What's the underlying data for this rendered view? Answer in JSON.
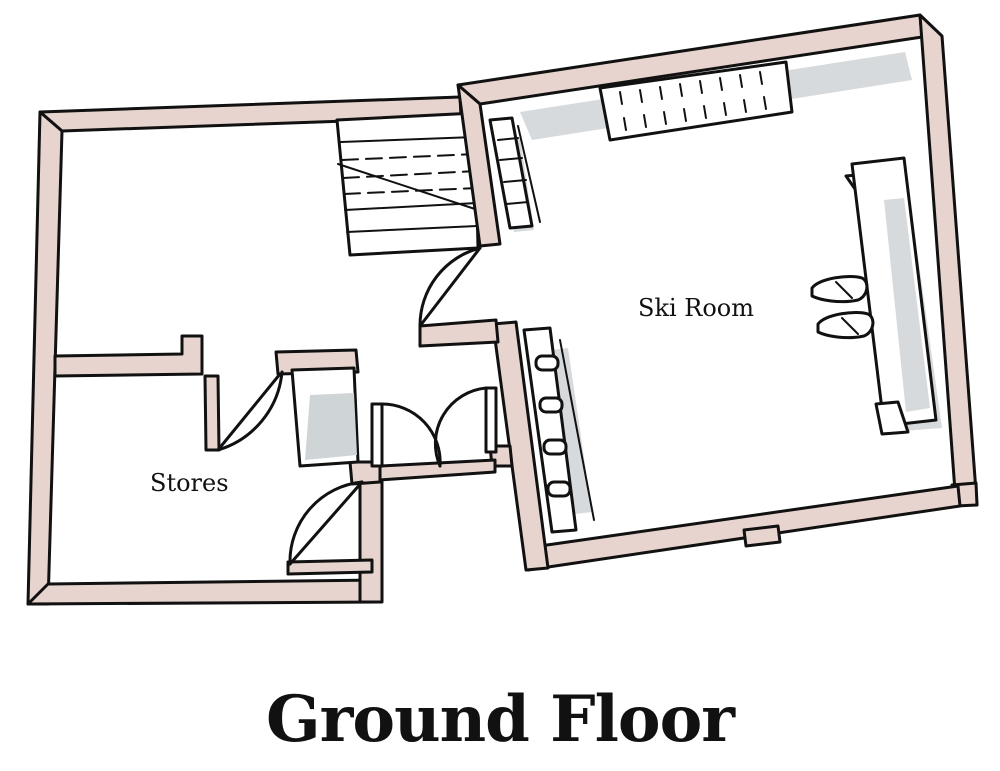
{
  "title": "Ground Floor",
  "rooms": {
    "ski_room": "Ski Room",
    "stores": "Stores"
  },
  "colors": {
    "wall_fill": "#e8d4ce",
    "furniture_shadow": "#cfd4d6",
    "ink": "#111111"
  }
}
